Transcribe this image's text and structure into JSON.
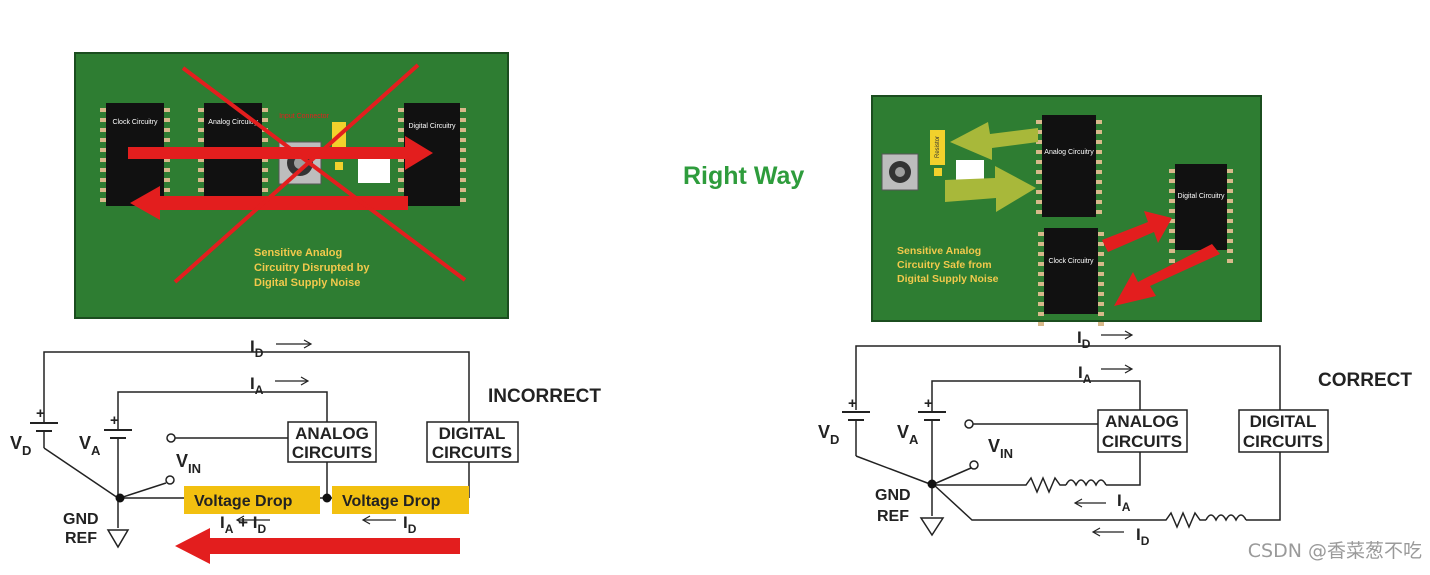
{
  "left": {
    "pcb": {
      "chips": [
        "Clock Circuitry",
        "Analog Circuitry",
        "Digital Circuitry"
      ],
      "connector_label": "Input Connector",
      "caption": [
        "Sensitive Analog",
        "Circuitry Disrupted by",
        "Digital Supply Noise"
      ]
    },
    "verdict": "INCORRECT",
    "schematic": {
      "vd": "V",
      "vd_sub": "D",
      "va": "V",
      "va_sub": "A",
      "vin": "V",
      "vin_sub": "IN",
      "gnd": [
        "GND",
        "REF"
      ],
      "id_top": "I",
      "id_top_sub": "D",
      "ia_top": "I",
      "ia_top_sub": "A",
      "analog": [
        "ANALOG",
        "CIRCUITS"
      ],
      "digital": [
        "DIGITAL",
        "CIRCUITS"
      ],
      "drop1": "Voltage Drop",
      "drop2": "Voltage Drop",
      "sum_label": "I",
      "sum_a": "A",
      "sum_plus": " + I",
      "sum_d": "D",
      "id_bottom": "I",
      "id_bottom_sub": "D",
      "plus1": "+",
      "plus2": "+"
    }
  },
  "right": {
    "heading": "Right Way",
    "pcb": {
      "chips": [
        "Analog Circuitry",
        "Digital Circuitry",
        "Clock Circuitry"
      ],
      "resistor_label": "Resistor",
      "caption": [
        "Sensitive Analog",
        "Circuitry Safe from",
        "Digital Supply Noise"
      ]
    },
    "verdict": "CORRECT",
    "schematic": {
      "vd": "V",
      "vd_sub": "D",
      "va": "V",
      "va_sub": "A",
      "vin": "V",
      "vin_sub": "IN",
      "gnd": [
        "GND",
        "REF"
      ],
      "id_top": "I",
      "id_top_sub": "D",
      "ia_top": "I",
      "ia_top_sub": "A",
      "analog": [
        "ANALOG",
        "CIRCUITS"
      ],
      "digital": [
        "DIGITAL",
        "CIRCUITS"
      ],
      "ia_return": "I",
      "ia_return_sub": "A",
      "id_return": "I",
      "id_return_sub": "D",
      "plus1": "+",
      "plus2": "+"
    }
  },
  "watermark": "CSDN @香菜葱不吃",
  "colors": {
    "pcb_green": "#2e7d32",
    "pcb_text": "#f2c94c",
    "arrow_red": "#e31e1e",
    "arrow_yellow_green": "#a8b83a",
    "drop_fill": "#f2c010",
    "heading_green": "#2e9c3c"
  }
}
